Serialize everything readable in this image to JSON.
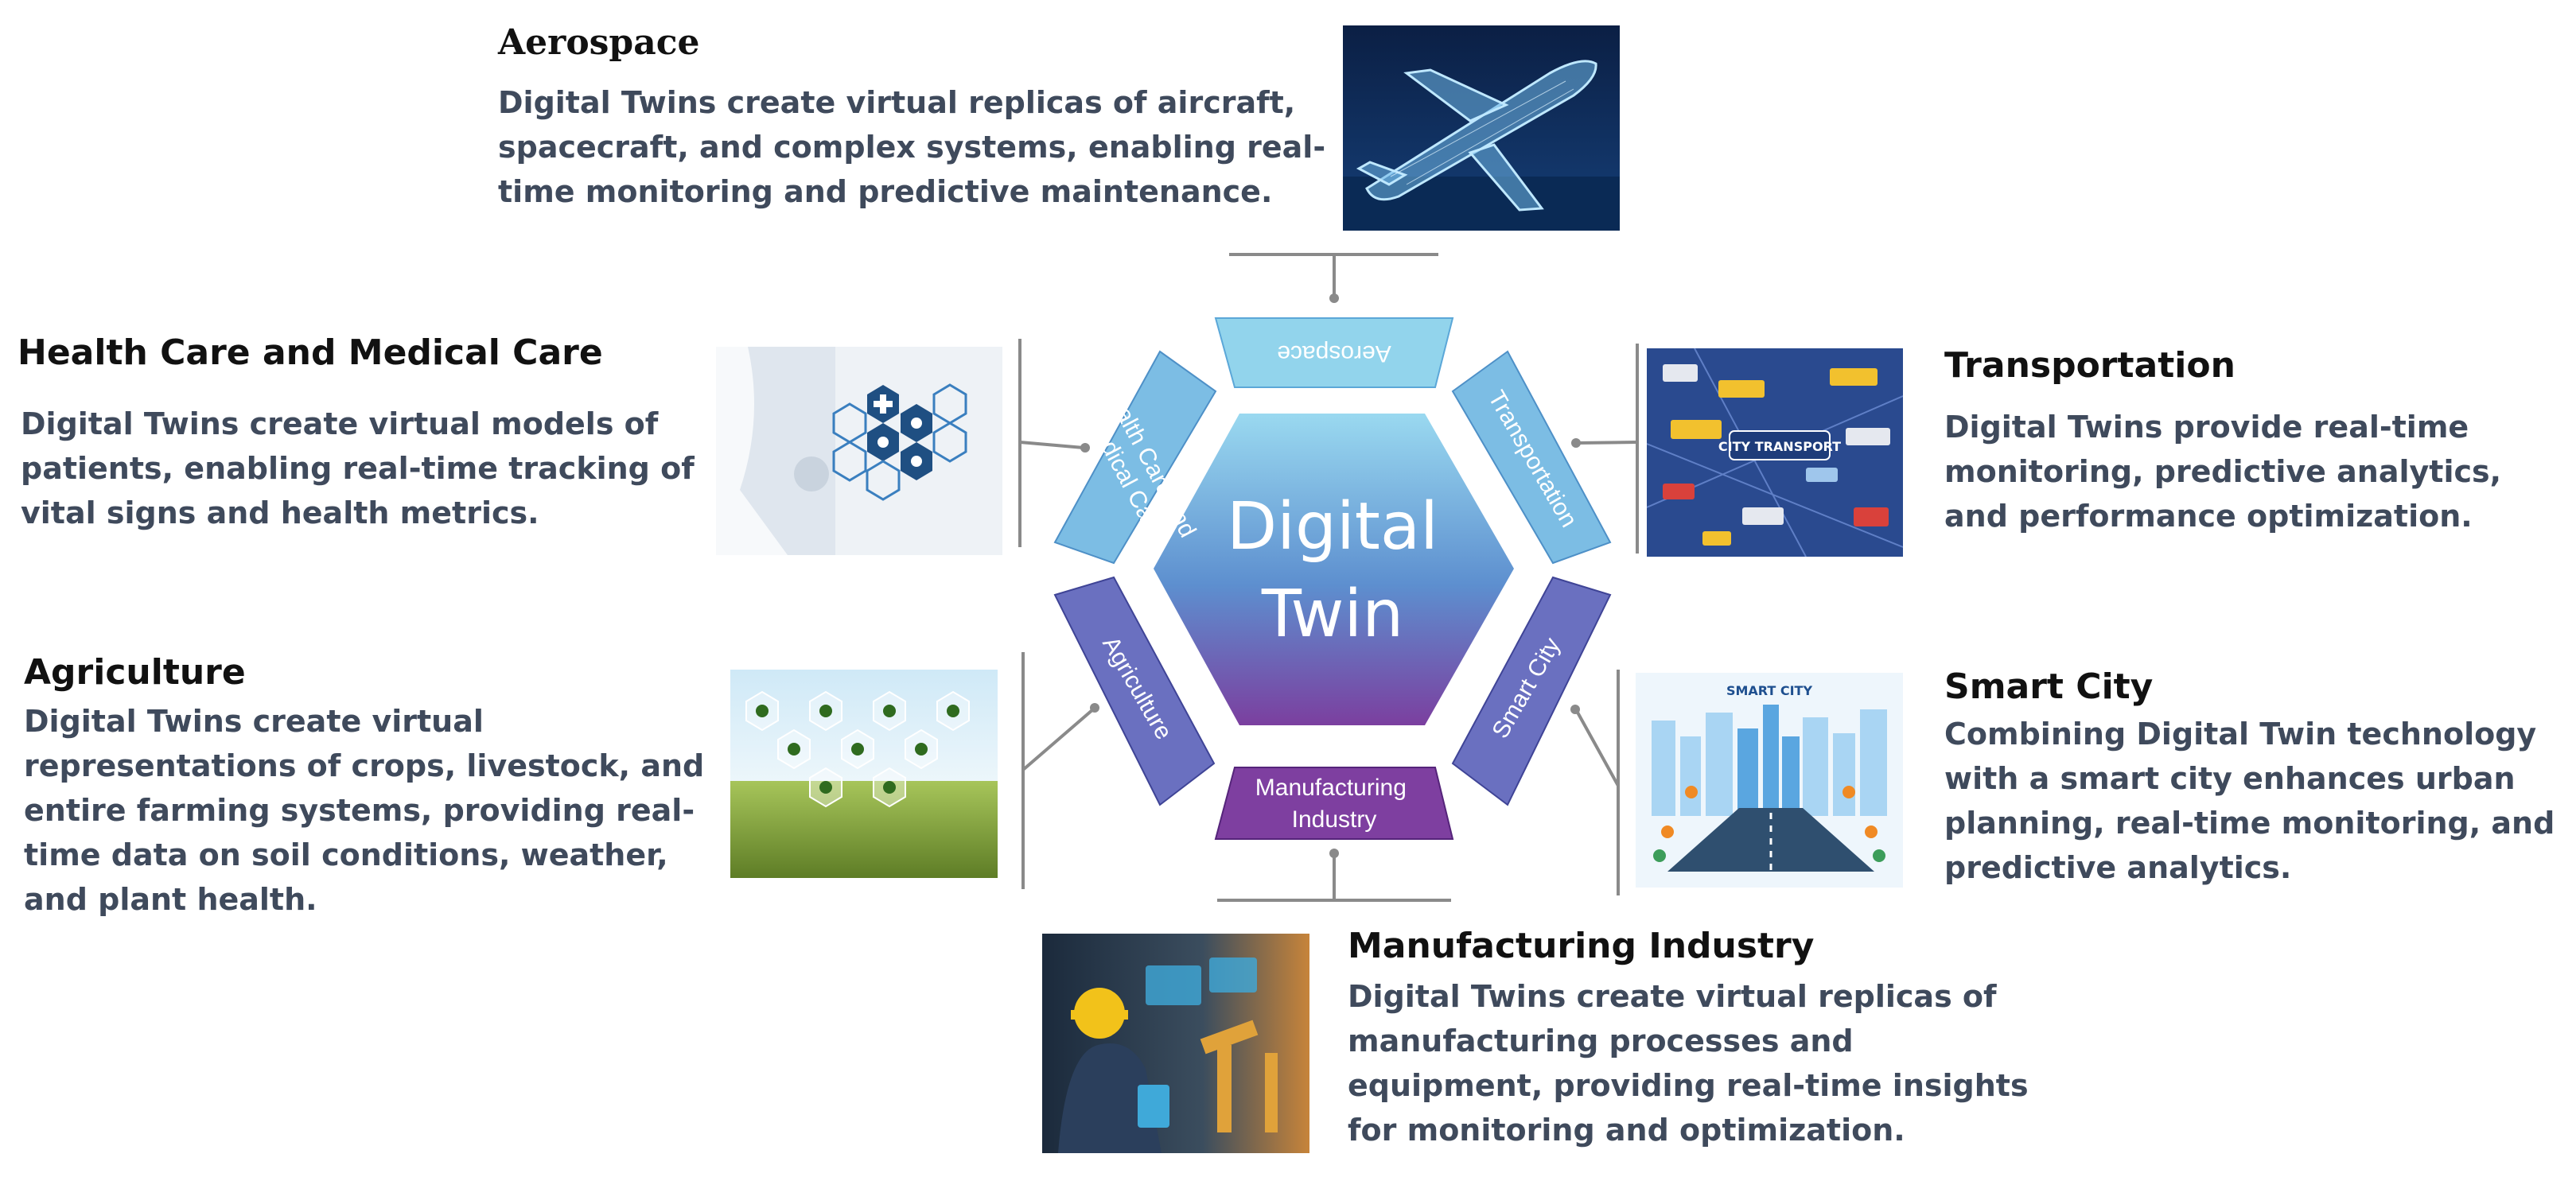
{
  "center": {
    "line1": "Digital",
    "line2": "Twin"
  },
  "segments": {
    "aerospace": "Aerospace",
    "health_line1": "Health Care and",
    "health_line2": "Medical Care",
    "transportation": "Transportation",
    "agriculture": "Agriculture",
    "smart_city": "Smart City",
    "manufacturing_line1": "Manufacturing",
    "manufacturing_line2": "Industry"
  },
  "blocks": {
    "aerospace": {
      "title": "Aerospace",
      "text": "Digital Twins create virtual replicas of aircraft, spacecraft, and complex systems, enabling real-time monitoring and predictive maintenance."
    },
    "health": {
      "title": "Health Care and Medical Care",
      "text": "Digital Twins create virtual models of patients, enabling real-time tracking of vital signs and health metrics."
    },
    "transportation": {
      "title": "Transportation",
      "text": "Digital Twins provide real-time monitoring, predictive analytics, and performance optimization."
    },
    "agriculture": {
      "title": "Agriculture",
      "text": "Digital Twins create virtual representations of crops, livestock, and entire farming systems, providing real-time data on soil conditions, weather, and plant health."
    },
    "smart_city": {
      "title": "Smart City",
      "text": "Combining Digital Twin technology with a smart city enhances urban planning, real-time monitoring, and predictive analytics."
    },
    "manufacturing": {
      "title": "Manufacturing Industry",
      "text": "Digital Twins create virtual replicas of manufacturing processes and equipment, providing real-time insights for monitoring and optimization."
    }
  },
  "images": {
    "transport_caption": "CITY TRANSPORT",
    "smart_city_caption": "SMART CITY"
  },
  "colors": {
    "light_blue": "#8fd3ec",
    "mid_blue": "#5ba7d8",
    "slate_blue": "#6a6fbf",
    "purple": "#7d3f9e",
    "connector": "#8a8a8a"
  }
}
